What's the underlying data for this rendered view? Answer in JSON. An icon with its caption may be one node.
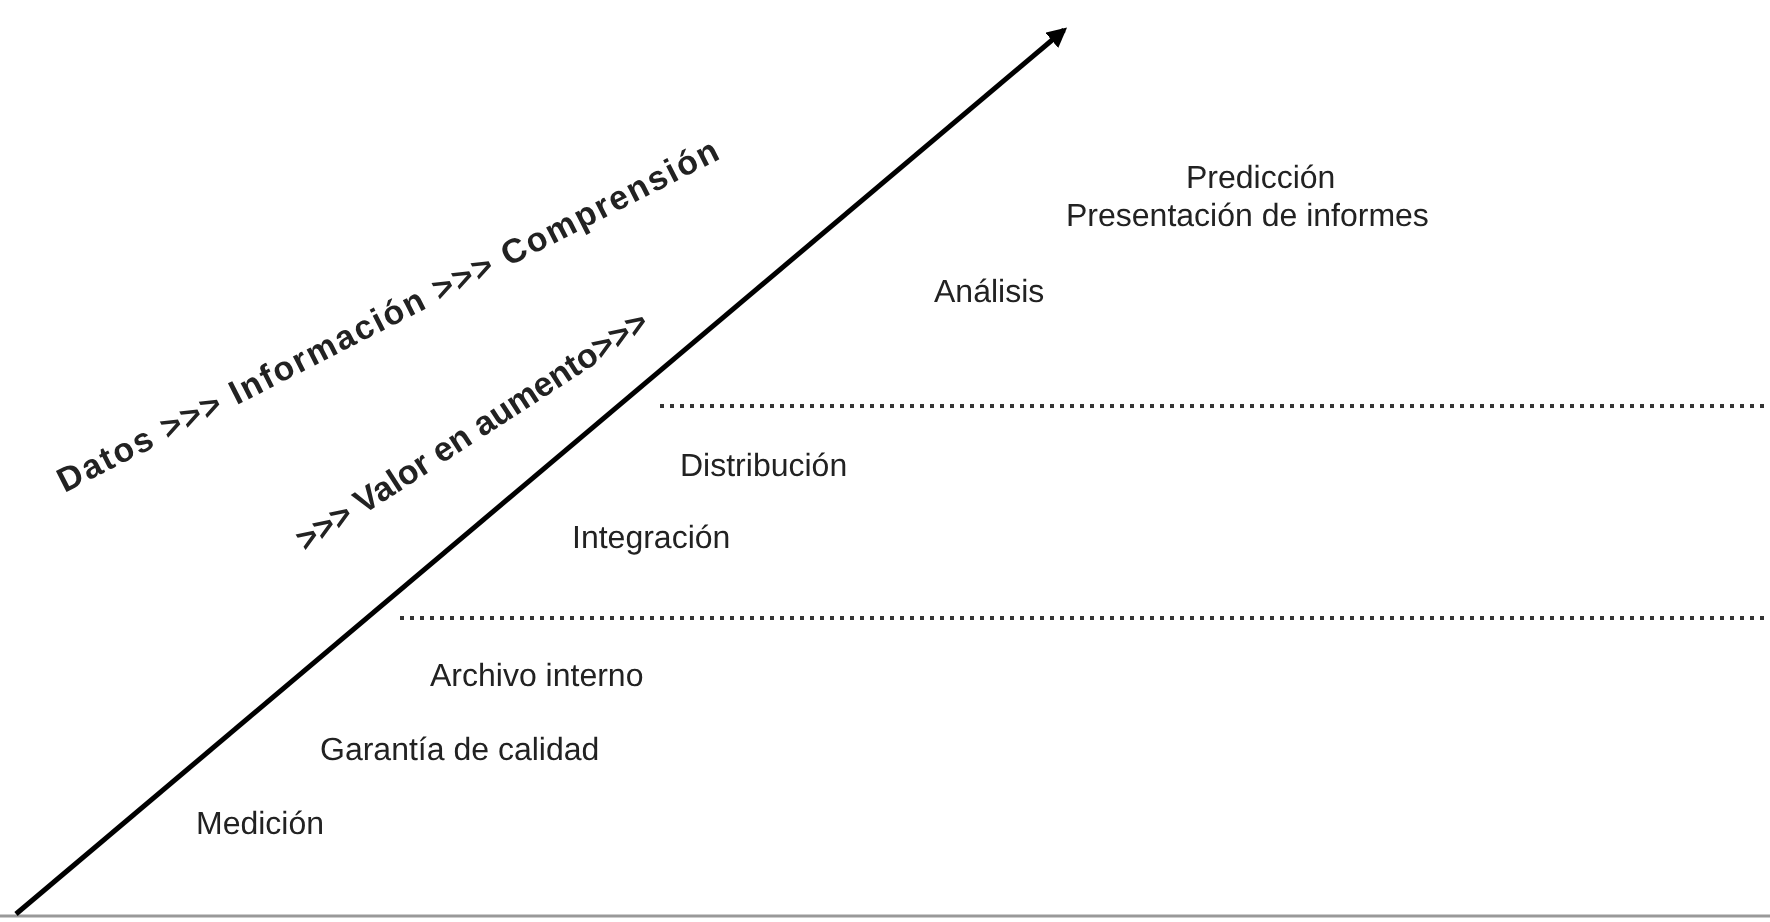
{
  "diagram": {
    "labels": [
      "Datos >>> Información >>> Comprensión",
      ">>> Valor en aumento>>>",
      "Predicción",
      "Presentación de informes",
      "Análisis",
      "Distribución",
      "Integración",
      "Archivo interno",
      "Garantía de calidad",
      "Medición"
    ]
  }
}
